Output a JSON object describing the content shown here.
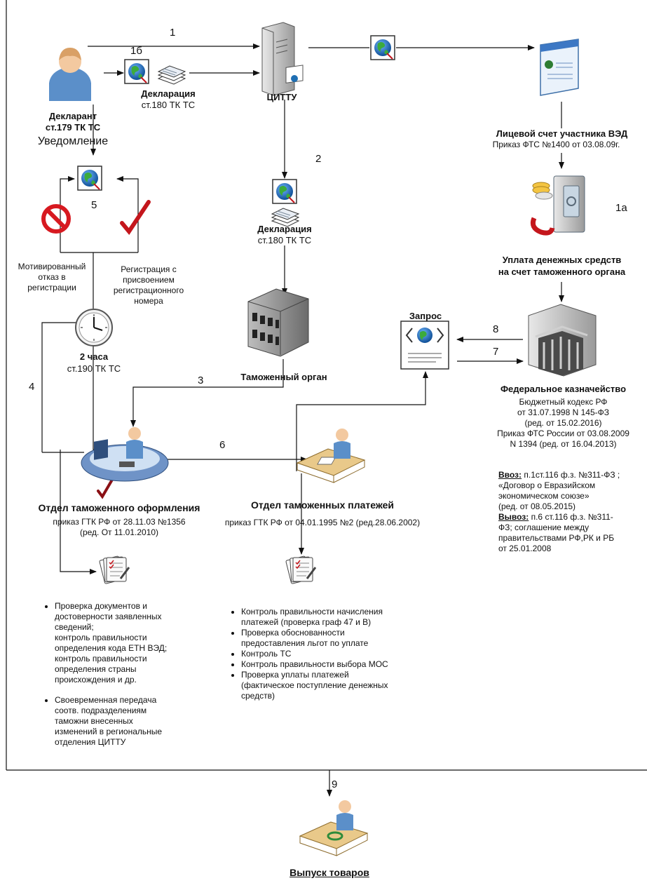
{
  "steps": {
    "s1": "1",
    "s1b": "1б",
    "s1a": "1а",
    "s2": "2",
    "s3": "3",
    "s4": "4",
    "s5": "5",
    "s6": "6",
    "s7": "7",
    "s8": "8",
    "s9": "9"
  },
  "declarant": {
    "title1": "Декларант",
    "title2": "ст.179 ТК ТС",
    "notice": "Уведомление"
  },
  "declaration_top": {
    "title": "Декларация",
    "ref": "ст.180 ТК ТС"
  },
  "citty": {
    "title": "ЦИТТУ"
  },
  "account": {
    "title": "Лицевой счет участника ВЭД",
    "ref": "Приказ ФТС №1400 от 03.08.09г."
  },
  "payment": {
    "line1": "Уплата денежных средств",
    "line2": "на счет таможенного органа"
  },
  "declaration_mid": {
    "title": "Декларация",
    "ref": "ст.180 ТК ТС"
  },
  "refusal": {
    "line1": "Мотивированный",
    "line2": "отказ в",
    "line3": "регистрации"
  },
  "registration": {
    "line1": "Регистрация с",
    "line2": "присвоением",
    "line3": "регистрационного",
    "line4": "номера"
  },
  "timer": {
    "title": "2 часа",
    "ref": "ст.190 ТК ТС"
  },
  "customs": {
    "title": "Таможенный орган"
  },
  "request": {
    "title": "Запрос"
  },
  "treasury": {
    "title": "Федеральное казначейство",
    "l1": "Бюджетный кодекс РФ",
    "l2": "от 31.07.1998 N 145-ФЗ",
    "l3": "(ред. от 15.02.2016)",
    "l4": "Приказ ФТС России от 03.08.2009",
    "l5": "N 1394 (ред. от 16.04.2013)"
  },
  "import_export": {
    "import_label": "Ввоз:",
    "import_l1": " п.1ст.116 ф.з. №311-ФЗ ;",
    "import_l2": "«Договор о Евразийском",
    "import_l3": "экономическом союзе»",
    "import_l4": "(ред. от 08.05.2015)",
    "export_label": "Вывоз:",
    "export_l1": " п.6 ст.116 ф.з. №311-",
    "export_l2": "ФЗ; соглашение между",
    "export_l3": "правительствами РФ,РК и РБ",
    "export_l4": "от 25.01.2008"
  },
  "clearance": {
    "title": "Отдел таможенного оформления",
    "l1": "приказ ГТК РФ от 28.11.03 №1356",
    "l2": "(ред. От 11.01.2010)"
  },
  "payments_dept": {
    "title": "Отдел таможенных платежей",
    "l1": "приказ ГТК РФ от 04.01.1995 №2 (ред.28.06.2002)"
  },
  "clearance_tasks": [
    {
      "lines": [
        "Проверка документов и",
        "достоверности заявленных",
        "сведений;",
        "контроль правильности",
        "определения кода ЕТН ВЭД;",
        "контроль правильности",
        "определения страны",
        "происхождения и др."
      ]
    },
    {
      "lines": [
        "Своевременная передача",
        "соотв. подразделениям",
        "таможни внесенных",
        "изменений в региональные",
        "отделения ЦИТТУ"
      ]
    }
  ],
  "payments_tasks": [
    {
      "lines": [
        "Контроль правильности начисления",
        "платежей (проверка граф 47 и В)"
      ]
    },
    {
      "lines": [
        "Проверка обоснованности",
        "предоставления льгот по уплате"
      ]
    },
    {
      "lines": [
        "Контроль ТС"
      ]
    },
    {
      "lines": [
        "Контроль правильности выбора МОС"
      ]
    },
    {
      "lines": [
        "Проверка уплаты платежей",
        "(фактическое поступление денежных",
        "средств)"
      ]
    }
  ],
  "release": {
    "title": "Выпуск товаров"
  },
  "colors": {
    "line": "#111111",
    "globe": "#1f6fb3",
    "check": "#c4161c",
    "no": "#d71920",
    "person": "#5b8fc9"
  }
}
